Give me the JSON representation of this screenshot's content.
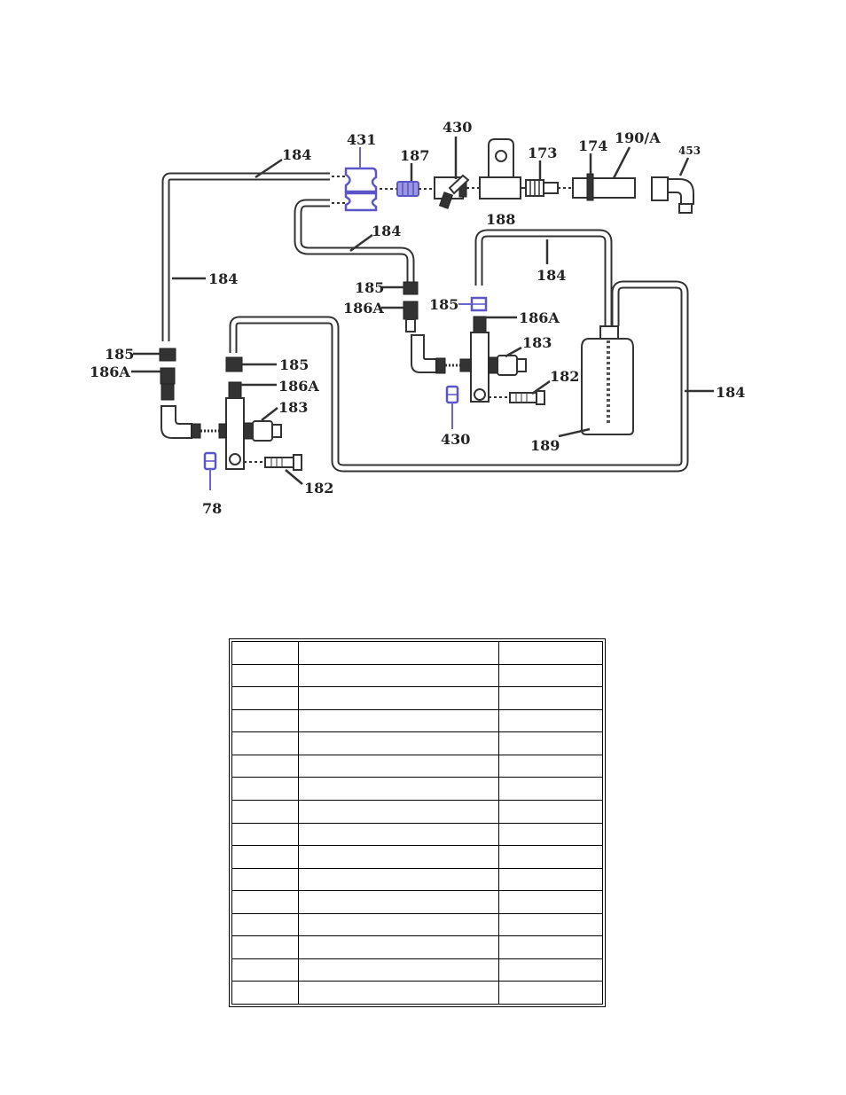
{
  "labels": {
    "l184_top": "184",
    "l431": "431",
    "l187": "187",
    "l430_top": "430",
    "l173": "173",
    "l174": "174",
    "l190a": "190/A",
    "l453": "453",
    "l188": "188",
    "l184_mid": "184",
    "l184_left": "184",
    "l185_a": "185",
    "l186a_a": "186A",
    "l185_b": "185",
    "l186a_b": "186A",
    "l184_right_top": "184",
    "l183_right": "183",
    "l182_right": "182",
    "l430_bottom": "430",
    "l189": "189",
    "l184_right": "184",
    "l185_left": "185",
    "l186a_left": "186A",
    "l185_c": "185",
    "l186a_c": "186A",
    "l183_left": "183",
    "l182_left": "182",
    "l78": "78"
  },
  "table": {
    "columns": 3,
    "rows": [
      [
        "",
        "",
        ""
      ],
      [
        "",
        "",
        ""
      ],
      [
        "",
        "",
        ""
      ],
      [
        "",
        "",
        ""
      ],
      [
        "",
        "",
        ""
      ],
      [
        "",
        "",
        ""
      ],
      [
        "",
        "",
        ""
      ],
      [
        "",
        "",
        ""
      ],
      [
        "",
        "",
        ""
      ],
      [
        "",
        "",
        ""
      ],
      [
        "",
        "",
        ""
      ],
      [
        "",
        "",
        ""
      ],
      [
        "",
        "",
        ""
      ],
      [
        "",
        "",
        ""
      ],
      [
        "",
        "",
        ""
      ],
      [
        "",
        "",
        ""
      ]
    ]
  },
  "colors": {
    "line": "#333333",
    "highlight": "#5b55c7"
  }
}
